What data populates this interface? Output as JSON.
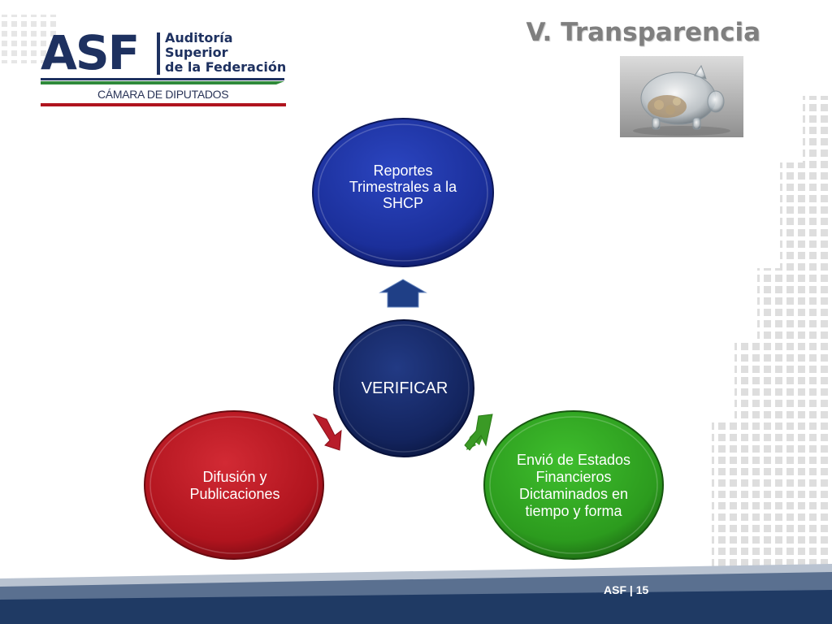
{
  "slide": {
    "title": "V. Transparencia",
    "footer": "ASF | 15"
  },
  "logo": {
    "mark": "ASF",
    "line1": "Auditoría",
    "line2": "Superior",
    "line3": "de la Federación",
    "subtitle": "CÁMARA DE DIPUTADOS"
  },
  "diagram": {
    "center": {
      "label": "VERIFICAR"
    },
    "nodes": [
      {
        "label": "Reportes Trimestrales  a la SHCP",
        "color": "#1b2f9a"
      },
      {
        "label": "Envió de Estados Financieros Dictaminados en tiempo y forma",
        "color": "#2c9b1e"
      },
      {
        "label": "Difusión y Publicaciones",
        "color": "#b0141e"
      }
    ],
    "arrow_colors": [
      "#1f3f86",
      "#3a9a25",
      "#b81d2a"
    ]
  },
  "colors": {
    "brand": "#1e3160",
    "footer_band": "#1f3a64",
    "center_node": "#13245e"
  },
  "image": {
    "icon": "piggy-bank-image"
  }
}
